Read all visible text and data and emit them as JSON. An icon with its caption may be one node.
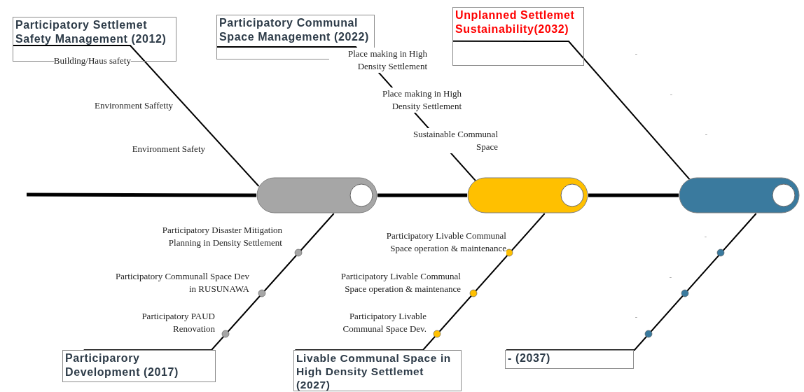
{
  "diagram": {
    "nodes": [
      {
        "text": [
          "Participatory Settlemet Safety Management (2012)"
        ]
      },
      {
        "text": [
          "Participatory Communal Space Management (2022)"
        ]
      },
      {
        "text": [
          "Unplanned Settlemet Sustainability(2032)"
        ]
      },
      {
        "text": [
          "Participarory Development (2017)"
        ]
      },
      {
        "text": [
          "Livable Communal Space in High Density Settlemet (2027)"
        ]
      },
      {
        "text": [
          "- (2037)"
        ]
      },
      {
        "text": [],
        "shape": "capsule"
      },
      {
        "text": [],
        "shape": "capsule"
      },
      {
        "text": [],
        "shape": "capsule"
      }
    ],
    "edges": [
      {
        "from": 0,
        "to": 6,
        "arrow": "none"
      },
      {
        "from": 1,
        "to": 7,
        "arrow": "none"
      },
      {
        "from": 2,
        "to": 8,
        "arrow": "none"
      },
      {
        "from": 6,
        "to": 3,
        "arrow": "none"
      },
      {
        "from": 7,
        "to": 4,
        "arrow": "none"
      },
      {
        "from": 8,
        "to": 5,
        "arrow": "none"
      },
      {
        "from": null,
        "to": 6,
        "arrow": "none",
        "style": "thick"
      },
      {
        "from": 6,
        "to": 7,
        "arrow": "none",
        "style": "thick"
      },
      {
        "from": 7,
        "to": 8,
        "arrow": "none",
        "style": "thick"
      }
    ],
    "labels": [
      "Building/Haus safety",
      "Place making in High Density Settlement",
      "-",
      "Environment Saffetty",
      "Place making in High Density Settlement",
      "-",
      "Environment Safety",
      "Sustainable Communal Space",
      "-",
      "Participatory Disaster Mitigation Planning in Density Settlement",
      "Participatory Livable Communal Space operation & maintenance",
      "-",
      "Participatory Communall Space Dev in RUSUNAWA",
      "Participatory Livable Communal Space operation & maintenance",
      "-",
      "Participatory PAUD Renovation",
      "Participatory Livable Communal Space Dev.",
      "-"
    ]
  }
}
